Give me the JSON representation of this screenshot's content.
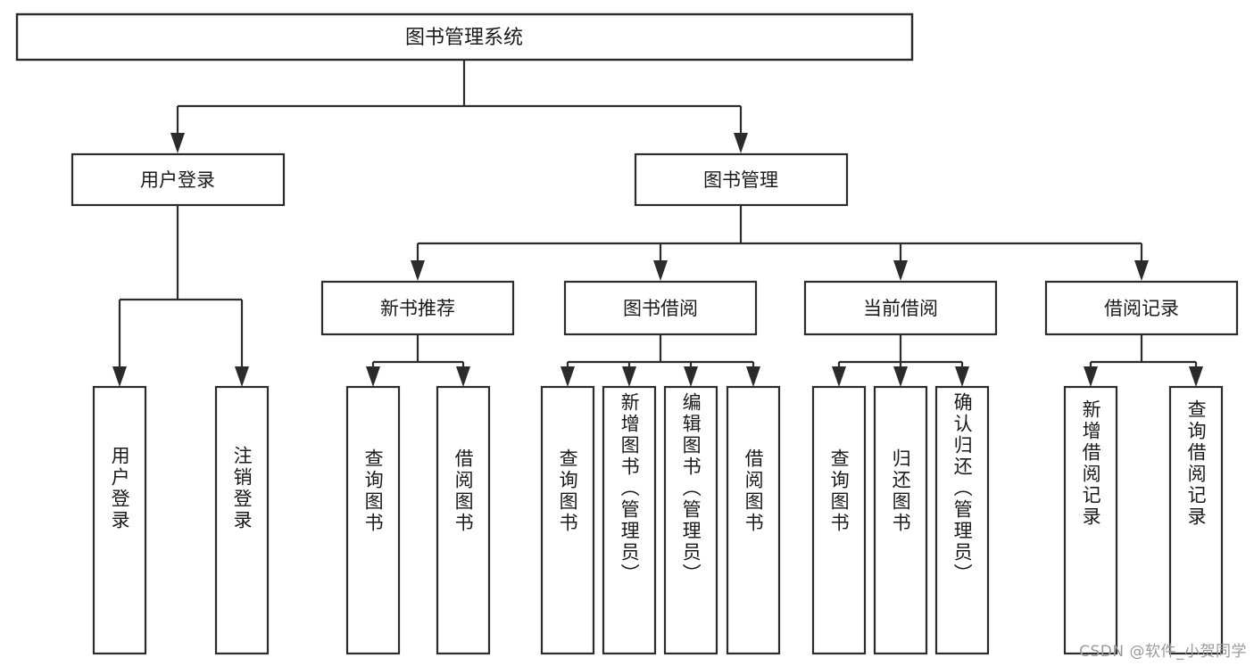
{
  "diagram": {
    "type": "tree",
    "title": "图书管理系统",
    "orientation": "top-down",
    "root": {
      "label": "图书管理系统",
      "children": [
        {
          "label": "用户登录",
          "children": [
            {
              "label": "用户登录"
            },
            {
              "label": "注销登录"
            }
          ]
        },
        {
          "label": "图书管理",
          "children": [
            {
              "label": "新书推荐",
              "children": [
                {
                  "label": "查询图书"
                },
                {
                  "label": "借阅图书"
                }
              ]
            },
            {
              "label": "图书借阅",
              "children": [
                {
                  "label": "查询图书"
                },
                {
                  "label": "新增图书（管理员）"
                },
                {
                  "label": "编辑图书（管理员）"
                },
                {
                  "label": "借阅图书"
                }
              ]
            },
            {
              "label": "当前借阅",
              "children": [
                {
                  "label": "查询图书"
                },
                {
                  "label": "归还图书"
                },
                {
                  "label": "确认归还（管理员）"
                }
              ]
            },
            {
              "label": "借阅记录",
              "children": [
                {
                  "label": "新增借阅记录"
                },
                {
                  "label": "查询借阅记录"
                }
              ]
            }
          ]
        }
      ]
    }
  },
  "nodes": {
    "root": {
      "label": "图书管理系统"
    },
    "level1": [
      {
        "label": "用户登录"
      },
      {
        "label": "图书管理"
      }
    ],
    "level2": [
      {
        "label": "新书推荐"
      },
      {
        "label": "图书借阅"
      },
      {
        "label": "当前借阅"
      },
      {
        "label": "借阅记录"
      }
    ],
    "leaves": [
      {
        "label": "用户登录"
      },
      {
        "label": "注销登录"
      },
      {
        "label": "查询图书"
      },
      {
        "label": "借阅图书"
      },
      {
        "label": "查询图书"
      },
      {
        "label": "新增图书（管理员）"
      },
      {
        "label": "编辑图书（管理员）"
      },
      {
        "label": "借阅图书"
      },
      {
        "label": "查询图书"
      },
      {
        "label": "归还图书"
      },
      {
        "label": "确认归还（管理员）"
      },
      {
        "label": "新增借阅记录"
      },
      {
        "label": "查询借阅记录"
      }
    ]
  },
  "watermark": {
    "text": "CSDN @软件_小贺同学"
  },
  "colors": {
    "background": "#ffffff",
    "stroke": "#2b2b2b",
    "text": "#1a1a1a",
    "watermark": "#9a9a9a"
  }
}
